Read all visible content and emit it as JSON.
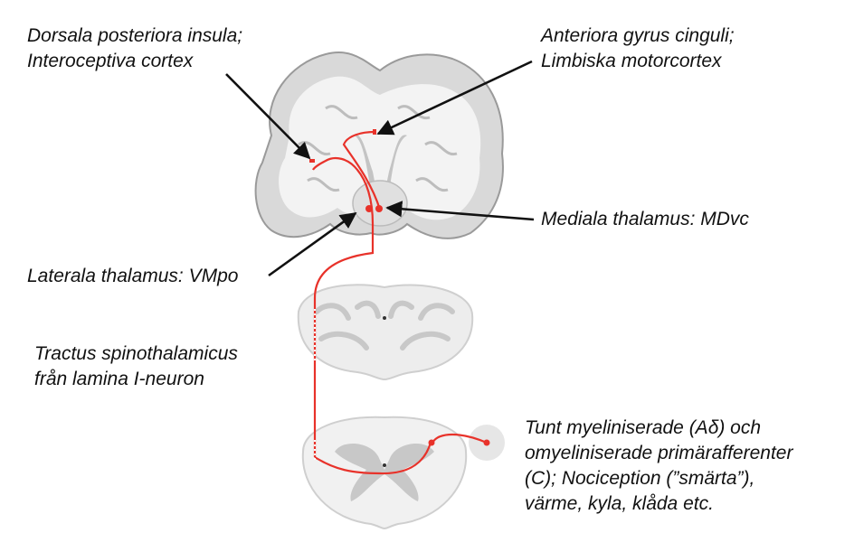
{
  "labels": {
    "dorsal_insula": {
      "line1": "Dorsala posteriora insula;",
      "line2": "Interoceptiva cortex"
    },
    "anterior_cingulate": {
      "line1": "Anteriora gyrus cinguli;",
      "line2": "Limbiska motorcortex"
    },
    "medial_thalamus": {
      "line1": "Mediala thalamus: MDvc"
    },
    "lateral_thalamus": {
      "line1": "Laterala thalamus: VMpo"
    },
    "spinothalamic_tract": {
      "line1": "Tractus spinothalamicus",
      "line2": "från lamina I-neuron"
    },
    "afferents": {
      "line1": "Tunt myeliniserade (Aδ) och",
      "line2": "omyeliniserade primärafferenter",
      "line3": "(C); Nociception (”smärta”),",
      "line4": "värme, kyla, klåda etc."
    }
  },
  "colors": {
    "pathway": "#e8322a",
    "arrow": "#111111",
    "tissue": "#cfcfcf",
    "white_matter": "#f2f2f2"
  }
}
